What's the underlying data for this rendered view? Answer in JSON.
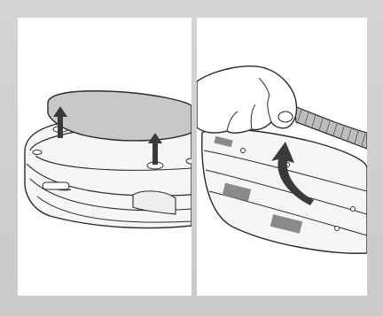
{
  "figure": {
    "panels": [
      {
        "name": "lift-top-cover",
        "arrows": 2
      },
      {
        "name": "peel-off-bottom-strip",
        "arrows": 1
      }
    ],
    "colors": {
      "frame": "#cfd0d2",
      "panel_bg": "#ffffff",
      "line": "#2b2b2b",
      "fill_light": "#f4f4f4",
      "fill_cover": "#c8c8c8",
      "fill_tape": "#8a8a8a",
      "arrow": "#3a3a3a"
    }
  }
}
